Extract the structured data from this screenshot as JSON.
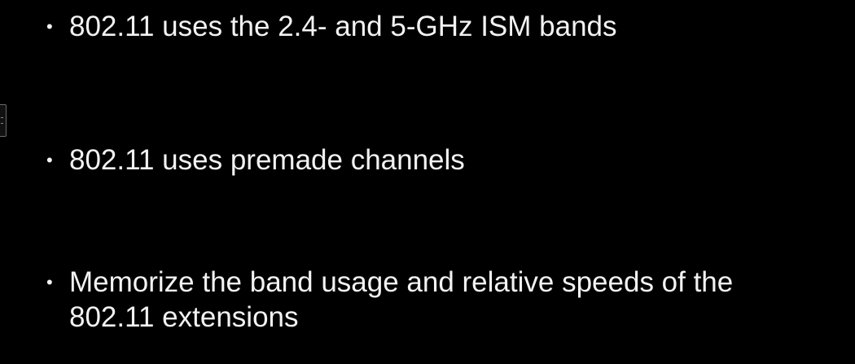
{
  "slide": {
    "bullet_marker": "•",
    "bullets": [
      {
        "text": "802.11 uses the 2.4- and 5-GHz ISM bands"
      },
      {
        "text": "802.11 uses premade channels"
      },
      {
        "text": "Memorize the band usage and relative speeds of the\n802.11 extensions"
      }
    ]
  },
  "colors": {
    "background": "#000000",
    "text": "#f2f2f2"
  }
}
